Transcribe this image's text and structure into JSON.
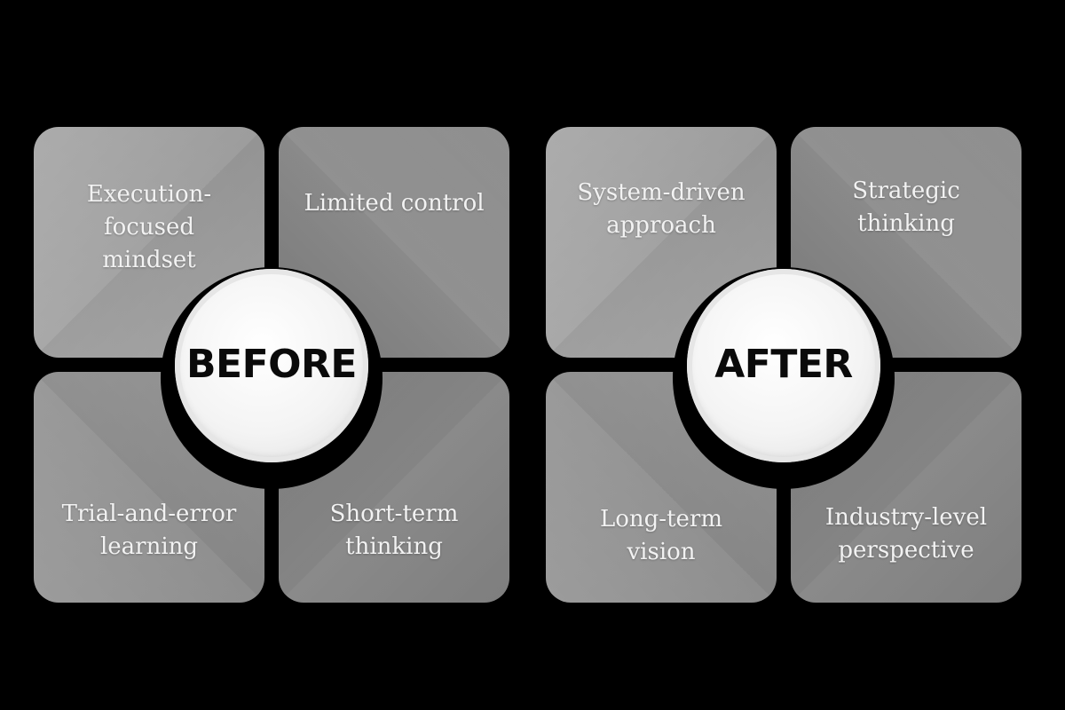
{
  "before": {
    "label": "BEFORE",
    "tiles": [
      {
        "text": "Execution-focused\nmindset"
      },
      {
        "text": "Limited control"
      },
      {
        "text": "Trial-and-error\nlearning"
      },
      {
        "text": "Short-term\nthinking"
      }
    ]
  },
  "after": {
    "label": "AFTER",
    "tiles": [
      {
        "text": "System-driven\napproach"
      },
      {
        "text": "Strategic\nthinking"
      },
      {
        "text": "Long-term\nvision"
      },
      {
        "text": "Industry-level\nperspective"
      }
    ]
  },
  "colors": {
    "background": "#000000",
    "tile": "#9a9a9a",
    "tile_text": "#f2f2f2",
    "hub": "#f4f4f4",
    "hub_text": "#0a0a0a"
  }
}
